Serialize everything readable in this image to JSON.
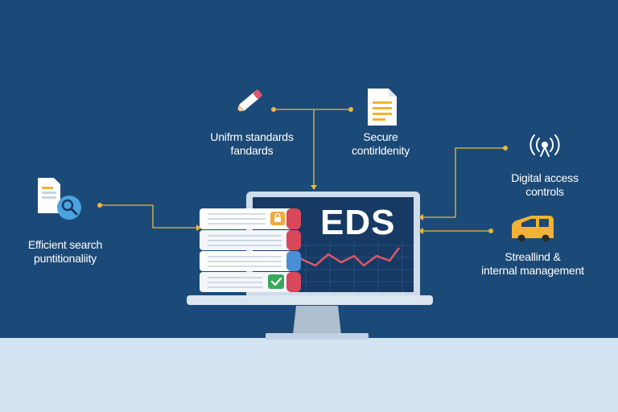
{
  "center": {
    "title": "EDS"
  },
  "labels": {
    "uniform": [
      "Unifrm standards",
      "fandards"
    ],
    "secure": [
      "Secure",
      "contirldenity"
    ],
    "digital": [
      "Digital access",
      "controls"
    ],
    "search": [
      "Efficient search",
      "puntitionaliity"
    ],
    "streamline": [
      "Streallind &",
      "internal management"
    ]
  },
  "colors": {
    "background": "#1c4a78",
    "floor": "#d3e3f2",
    "connector": "#e8b93c",
    "chart_line": "#e0566a"
  },
  "icons": [
    "pencil-icon",
    "document-icon",
    "signal-tower-icon",
    "search-document-icon",
    "van-icon",
    "lock-badge-icon",
    "check-badge-icon"
  ]
}
